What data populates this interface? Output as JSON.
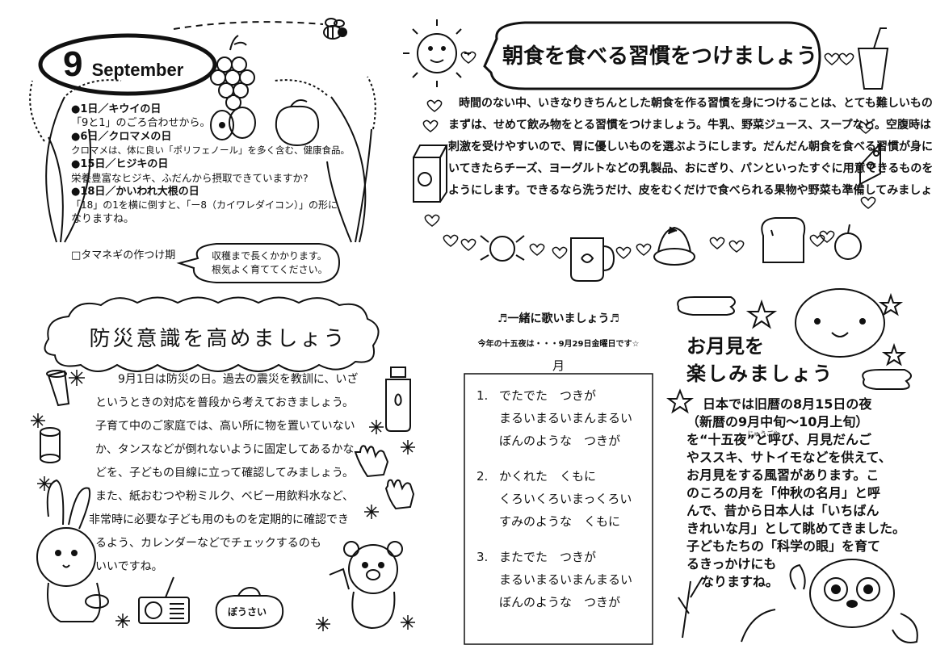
{
  "header": {
    "month_number": "9",
    "month_name": "September"
  },
  "calendar": {
    "lines": [
      "●1日／キウイの日",
      "「9と1」のごろ合わせから。",
      "●6日／クロマメの日",
      "クロマメは、体に良い「ポリフェノール」を多く含む、健康食品。",
      "●15日／ヒジキの日",
      "栄養豊富なヒジキ、ふだんから摂取できていますか?",
      "●18日／かいわれ大根の日",
      "「18」の1を横に倒すと、「ー8（カイワレダイコン）」の形に",
      "なりますね。"
    ],
    "onion_label": "□タマネギの作つけ期",
    "onion_bubble": [
      "収穫まで長くかかります。",
      "根気よく育ててください。"
    ]
  },
  "breakfast": {
    "title": "朝食を食べる習慣をつけましょう",
    "paragraph_lines": [
      "時間のない中、いきなりきちんとした朝食を作る習慣を身につけることは、とても難しいものです。",
      "まずは、せめて飲み物をとる習慣をつけましょう。牛乳、野菜ジュース、スープなど。空腹時は胃が",
      "刺激を受けやすいので、胃に優しいものを選ぶようにします。だんだん朝食を食べる習慣が身につ",
      "いてきたらチーズ、ヨーグルトなどの乳製品、おにぎり、パンといったすぐに用意できるものをとる",
      "ようにします。できるなら洗うだけ、皮をむくだけで食べられる果物や野菜も準備してみましょう。"
    ]
  },
  "bousai": {
    "title": "防災意識を高めましょう",
    "paragraph_lines": [
      "9月1日は防災の日。過去の震災を教訓に、いざ",
      "というときの対応を普段から考えておきましょう。",
      "子育て中のご家庭では、高い所に物を置いていない",
      "か、タンスなどが倒れないように固定してあるかな",
      "どを、子どもの目線に立って確認してみましょう。",
      "また、紙おむつや粉ミルク、ベビー用飲料水など、",
      "非常時に必要な子ども用のものを定期的に確認でき",
      "るよう、カレンダーなどでチェックするのも",
      "いいですね。"
    ],
    "bag_label": "ぼうさい"
  },
  "song": {
    "heading": "♬一緒に歌いましょう♬",
    "note": "今年の十五夜は・・・9月29日金曜日です☆",
    "title": "月",
    "verses": [
      {
        "num": "1.",
        "lines": [
          "でたでた　つきが",
          "まるいまるいまんまるい",
          "ぼんのような　つきが"
        ]
      },
      {
        "num": "2.",
        "lines": [
          "かくれた　くもに",
          "くろいくろいまっくろい",
          "すみのような　くもに"
        ]
      },
      {
        "num": "3.",
        "lines": [
          "またでた　つきが",
          "まるいまるいまんまるい",
          "ぼんのような　つきが"
        ]
      }
    ]
  },
  "moon": {
    "title_line1": "お月見を",
    "title_line2": "楽しみましょう",
    "ruby": "じゅうごや",
    "paragraph_lines": [
      "日本では旧暦の8月15日の夜",
      "（新暦の9月中旬～10月上旬）",
      "を“十五夜”と呼び、月見だんご",
      "やススキ、サトイモなどを供えて、",
      "お月見をする風習があります。こ",
      "のころの月を「仲秋の名月」と呼",
      "んで、昔から日本人は「いちばん",
      "きれいな月」として眺めてきました。",
      "子どもたちの「科学の眼」を育て",
      "るきっかけにも",
      "なりますね。"
    ]
  }
}
